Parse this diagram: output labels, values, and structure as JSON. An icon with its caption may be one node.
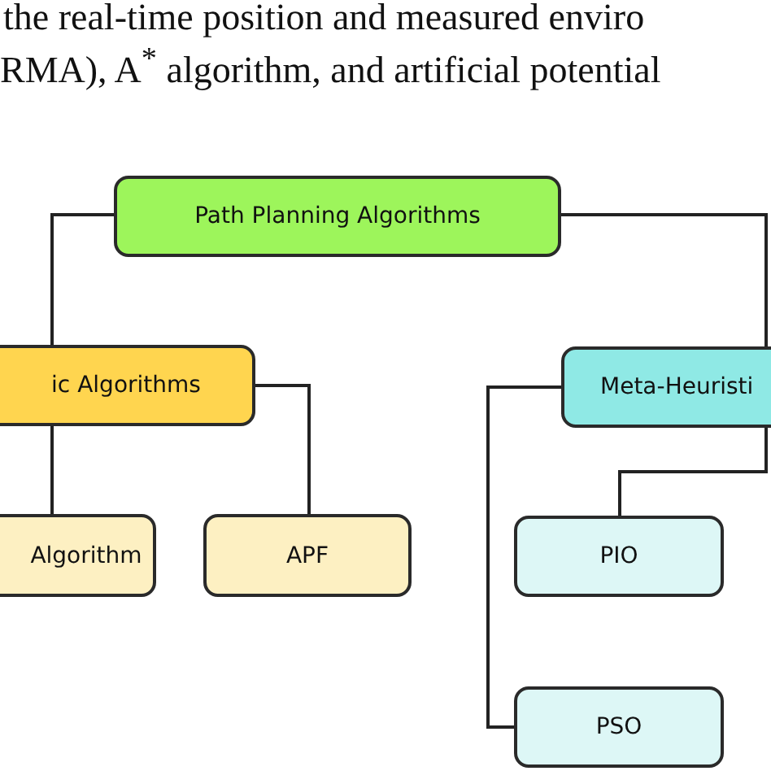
{
  "diagram": {
    "nodes": [
      {
        "text": [
          "Path Planning Algorithms"
        ]
      },
      {
        "text": [
          "ic Algorithms"
        ]
      },
      {
        "text": [
          "Algorithm"
        ]
      },
      {
        "text": [
          "APF"
        ]
      },
      {
        "text": [
          "Meta-Heuristi"
        ]
      },
      {
        "text": [
          "PIO"
        ]
      },
      {
        "text": [
          "PSO"
        ]
      }
    ],
    "edges": [
      {
        "from": 0,
        "to": 1,
        "arrow": "none"
      },
      {
        "from": 0,
        "to": 4,
        "arrow": "none"
      },
      {
        "from": 1,
        "to": 2,
        "arrow": "none"
      },
      {
        "from": 1,
        "to": 3,
        "arrow": "none"
      },
      {
        "from": 4,
        "to": 5,
        "arrow": "none"
      },
      {
        "from": 4,
        "to": 6,
        "arrow": "none"
      }
    ],
    "labels": [
      "the real-time position and measured enviro",
      "RMA), A$^{*}$ algorithm, and artificial potential"
    ]
  }
}
